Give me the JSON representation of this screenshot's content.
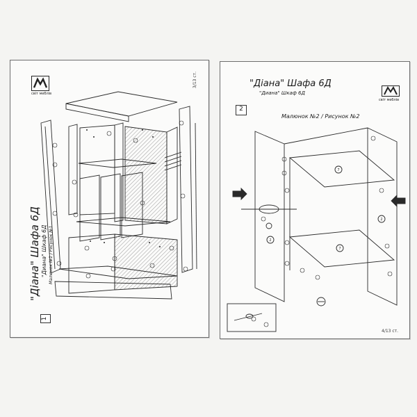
{
  "left_page": {
    "brand_sub": "світ меблів",
    "title": "\"Діана\" Шафа 6Д",
    "subtitle": "\"Диана\" Шкаф 6Д",
    "figure_caption": "Малюнок №1 / Рисунок №1",
    "page_number": "3/13 ст.",
    "step_number": "1"
  },
  "right_page": {
    "brand_sub": "світ меблів",
    "title": "\"Діана\" Шафа 6Д",
    "subtitle": "\"Диана\" Шкаф 6Д",
    "figure_caption": "Малюнок №2 / Рисунок №2",
    "page_number": "4/13 ст.",
    "step_number": "2",
    "part_numbers": [
      "2",
      "7",
      "2",
      "7"
    ]
  },
  "colors": {
    "ink": "#2a2a2a",
    "paper": "#fbfbfa",
    "hatch": "#8a8a8a"
  }
}
